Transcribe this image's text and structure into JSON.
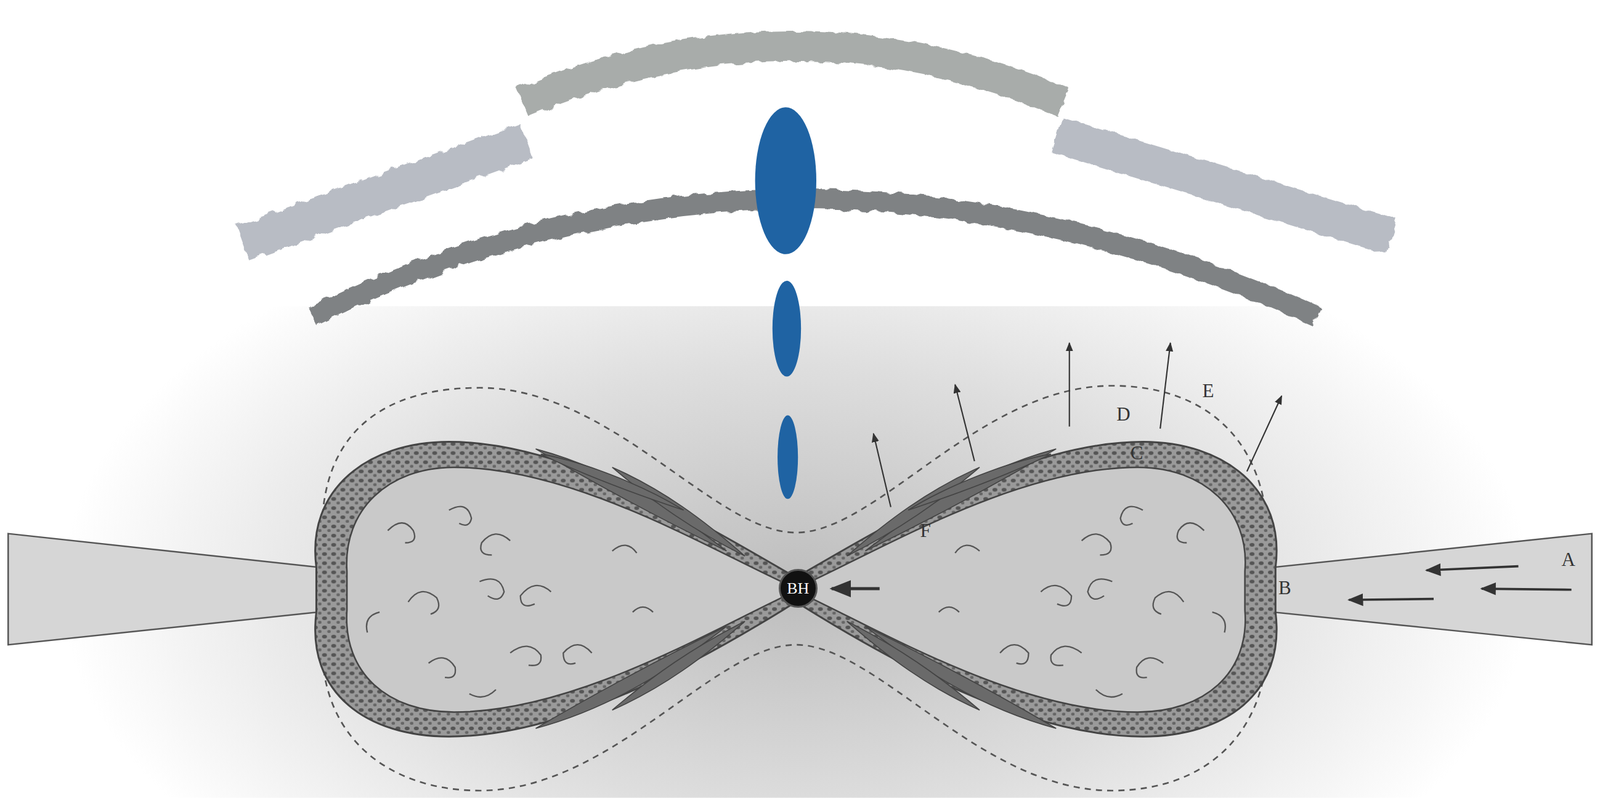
{
  "diagram": {
    "nodes": [
      {
        "text": [
          "BH"
        ]
      }
    ],
    "labels": [
      "E",
      "D",
      "C",
      "F",
      "A",
      "B"
    ]
  }
}
